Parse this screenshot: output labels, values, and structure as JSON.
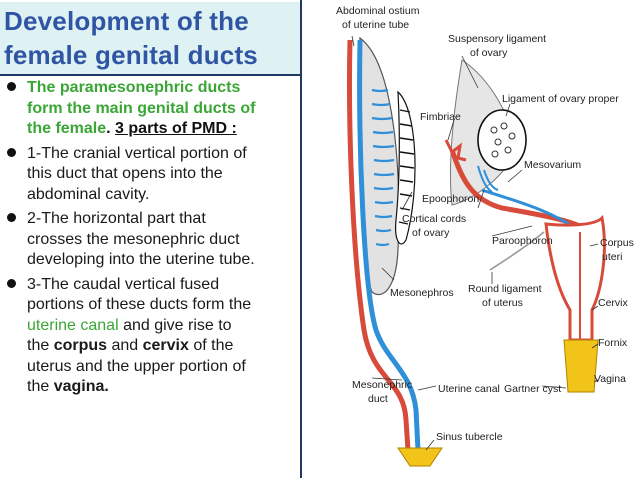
{
  "title": {
    "line1": "Development of the",
    "line2": "female genital ducts"
  },
  "bullets": {
    "b1": {
      "line1": "The paramesonephric ducts",
      "line2": "form the main genital ducts of",
      "line3_a": "the female",
      "line3_b": ".",
      "line3_c": "3 parts of PMD :"
    },
    "b2": {
      "line1": "1-The cranial vertical portion of",
      "line2": "this duct that opens into the",
      "line3": "abdominal cavity."
    },
    "b3": {
      "line1": "2-The horizontal part that",
      "line2": "crosses the mesonephric duct",
      "line3": "developing into the uterine tube."
    },
    "b4": {
      "line1": "3-The caudal vertical fused",
      "line2": "portions of these ducts form the",
      "line3": "uterine canal",
      "line3_b": " and give rise to",
      "line4_a": "the ",
      "line4_b": "corpus",
      "line4_c": " and ",
      "line4_d": "cervix",
      "line4_e": " of the",
      "line5": "uterus and the upper portion of",
      "line6_a": "the ",
      "line6_b": "vagina."
    }
  },
  "diagram": {
    "labels": {
      "abdominal_ostium_1": "Abdominal ostium",
      "abdominal_ostium_2": "of uterine tube",
      "suspensory_1": "Suspensory ligament",
      "suspensory_2": "of ovary",
      "ligament_ovary": "Ligament of ovary proper",
      "fimbriae": "Fimbriae",
      "mesovarium": "Mesovarium",
      "epoophoron": "Epoophoron",
      "cortical_1": "Cortical cords",
      "cortical_2": "of ovary",
      "paroophoron": "Paroophoron",
      "corpus_1": "Corpus",
      "corpus_2": "uteri",
      "round_1": "Round ligament",
      "round_2": "of uterus",
      "mesonephros": "Mesonephros",
      "cervix": "Cervix",
      "fornix": "Fornix",
      "mesonephric_1": "Mesonephric",
      "mesonephric_2": "duct",
      "uterine_canal": "Uterine canal",
      "gartner": "Gartner cyst",
      "vagina": "Vagina",
      "sinus": "Sinus tubercle"
    },
    "colors": {
      "red_duct": "#d84a3a",
      "blue_duct": "#2f8fd8",
      "tissue": "#dcdcdc",
      "yellow": "#f2c318"
    }
  }
}
